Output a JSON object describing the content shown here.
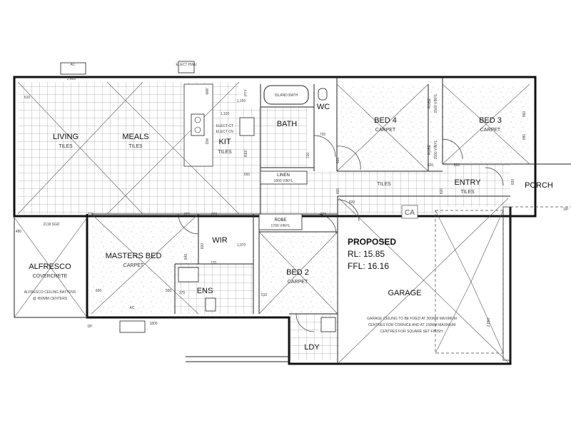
{
  "rooms": {
    "living": {
      "name": "LIVING",
      "floor": "TILES"
    },
    "meals": {
      "name": "MEALS",
      "floor": "TILES"
    },
    "kit": {
      "name": "KIT",
      "floor": "TILES"
    },
    "bath": {
      "name": "BATH"
    },
    "wc": {
      "name": "WC"
    },
    "bed4": {
      "name": "BED 4",
      "floor": "CARPET"
    },
    "bed3": {
      "name": "BED 3",
      "floor": "CARPET"
    },
    "entry": {
      "name": "ENTRY",
      "floor": "TILES"
    },
    "porch": {
      "name": "PORCH"
    },
    "alfresco": {
      "name": "ALFRESCO",
      "floor": "COVERCRETE",
      "note_line1": "ALFRESCO CEILING BATTENS",
      "note_line2": "@ 450MM CENTERS"
    },
    "masters": {
      "name": "MASTERS BED",
      "floor": "CARPET"
    },
    "wir": {
      "name": "WIR"
    },
    "ens": {
      "name": "ENS"
    },
    "bed2": {
      "name": "BED 2",
      "floor": "CARPET"
    },
    "garage": {
      "name": "GARAGE"
    },
    "ldy": {
      "name": "LDY"
    },
    "hall_tiles": "TILES"
  },
  "proposed": {
    "title": "PROPOSED",
    "rl": "RL: 15.85",
    "ffl": "FFL: 16.16"
  },
  "garage_note": {
    "line1": "GARAGE CEILING TO BE FIXED AT 300MM MAXIMUM",
    "line2": "CENTRES FOR CORNICE AND AT 150MM MAXIMUM",
    "line3": "CENTRES FOR SQUARE SET FINISH."
  },
  "linen": {
    "title": "LINEN",
    "spec": "1800 VINYL"
  },
  "robe_bed2": {
    "title": "ROBE",
    "spec": "1700 VINYL"
  },
  "robe_bed4": {
    "title": "ROBE",
    "spec": "1500 VINYL"
  },
  "robe_bed3": {
    "title": "ROBE",
    "spec": "1500 VINYL"
  },
  "kitchen_labels": {
    "elect_ct": "ELECT CT",
    "elect_ov": "ELECT OV",
    "pty": "PTY",
    "ref": "REF",
    "dw": "DW",
    "mw": "MW",
    "island_bath": "ISLAND BATH"
  },
  "misc_labels": {
    "ac": "AC",
    "elect_hwu": "ELECT HWU",
    "ca": "CA",
    "dp": "DP",
    "sgd": "2118 SGD"
  },
  "dims": {
    "d2600": "2,600",
    "d610": "610",
    "d1150": "1,150",
    "d1100": "1,100",
    "d650": "650",
    "d720a": "720",
    "d820a": "820",
    "d720b": "720",
    "d820b": "820",
    "d950a": "950",
    "d950b": "950",
    "d820c": "820",
    "d820d": "820",
    "d820e": "820",
    "d820f": "820",
    "d480": "480",
    "d600a": "600",
    "d1070": "1,070",
    "d840": "840",
    "d500": "500",
    "d375": "375",
    "d510": "510",
    "d720c": "720",
    "d2850": "2,850",
    "d820g": "820",
    "d1800": "1800",
    "d820h": "820",
    "d820i": "820",
    "d820j": "820",
    "d820k": "820",
    "d820l": "820"
  }
}
